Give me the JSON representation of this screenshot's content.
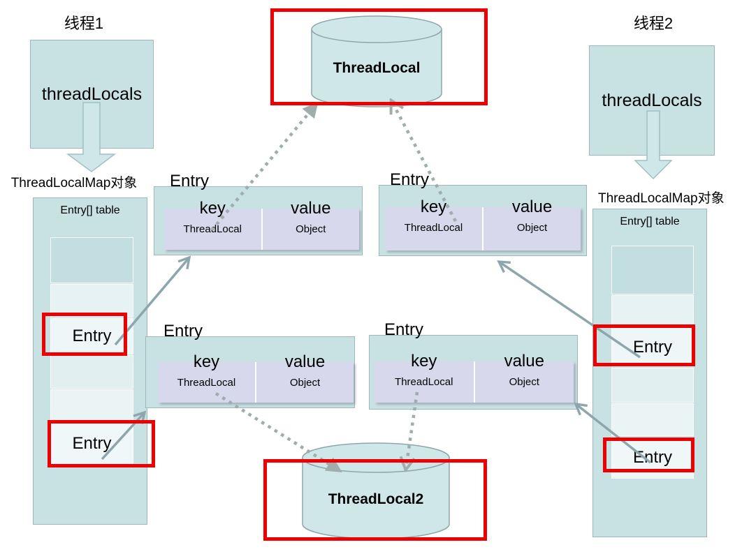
{
  "threads": {
    "t1": {
      "title": "线程1",
      "field": "threadLocals",
      "map_label": "ThreadLocalMap对象",
      "table_label": "Entry[] table",
      "entry1": "Entry",
      "entry2": "Entry"
    },
    "t2": {
      "title": "线程2",
      "field": "threadLocals",
      "map_label": "ThreadLocalMap对象",
      "table_label": "Entry[] table",
      "entry1": "Entry",
      "entry2": "Entry"
    }
  },
  "tables": [
    {
      "title": "Entry",
      "key_header": "key",
      "value_header": "value",
      "key_cell": "ThreadLocal",
      "value_cell": "Object"
    },
    {
      "title": "Entry",
      "key_header": "key",
      "value_header": "value",
      "key_cell": "ThreadLocal",
      "value_cell": "Object"
    },
    {
      "title": "Entry",
      "key_header": "key",
      "value_header": "value",
      "key_cell": "ThreadLocal",
      "value_cell": "Object"
    },
    {
      "title": "Entry",
      "key_header": "key",
      "value_header": "value",
      "key_cell": "ThreadLocal",
      "value_cell": "Object"
    }
  ],
  "cylinders": {
    "top_label": "ThreadLocal",
    "bottom_label": "ThreadLocal2"
  },
  "colors": {
    "box_teal": "#c8e1e3",
    "cell_teal": "#c3dee1",
    "cell_light": "#eaf4f5",
    "lavender": "#d8d8ec",
    "cylinder_fill": "#cfe7e9",
    "highlight_red": "#ee0000",
    "solid_arrow": "#8da6ae",
    "dotted_arrow": "#9fadad"
  }
}
